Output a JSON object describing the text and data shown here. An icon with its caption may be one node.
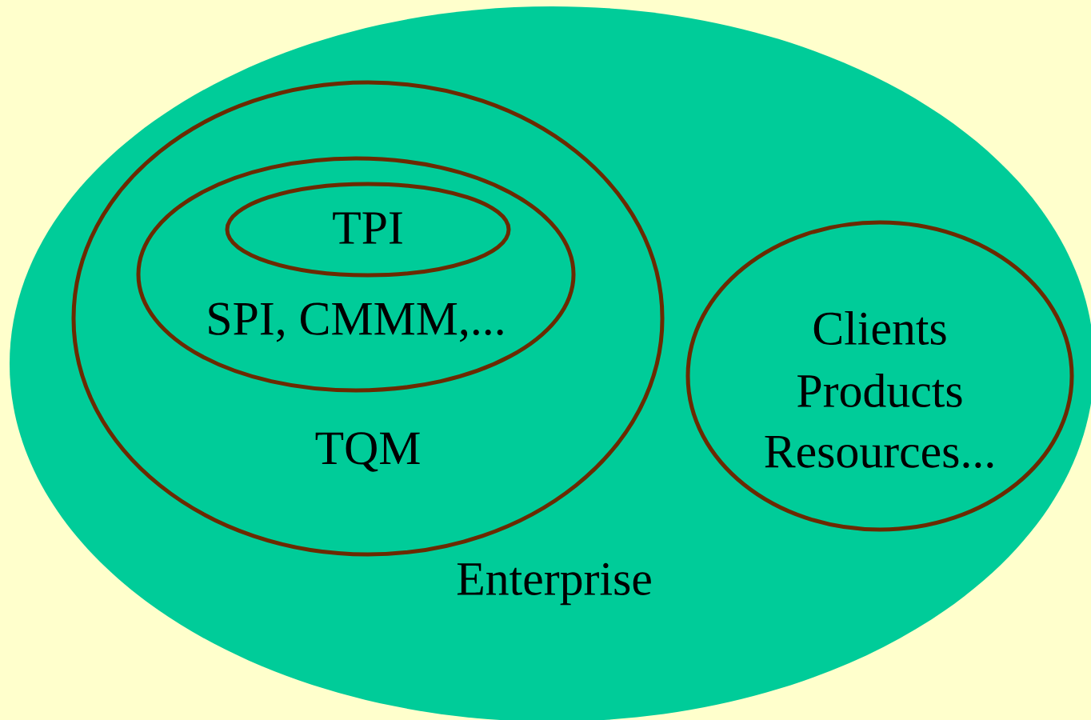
{
  "diagram": {
    "nodes": [
      {
        "text": [
          "Enterprise"
        ]
      },
      {
        "text": [
          "TQM"
        ],
        "in": 0
      },
      {
        "text": [
          "SPI, CMMM,..."
        ],
        "in": 1
      },
      {
        "text": [
          "TPI"
        ],
        "in": 2
      },
      {
        "text": [
          "Clients",
          "Products",
          "Resources..."
        ],
        "in": 0
      }
    ]
  }
}
